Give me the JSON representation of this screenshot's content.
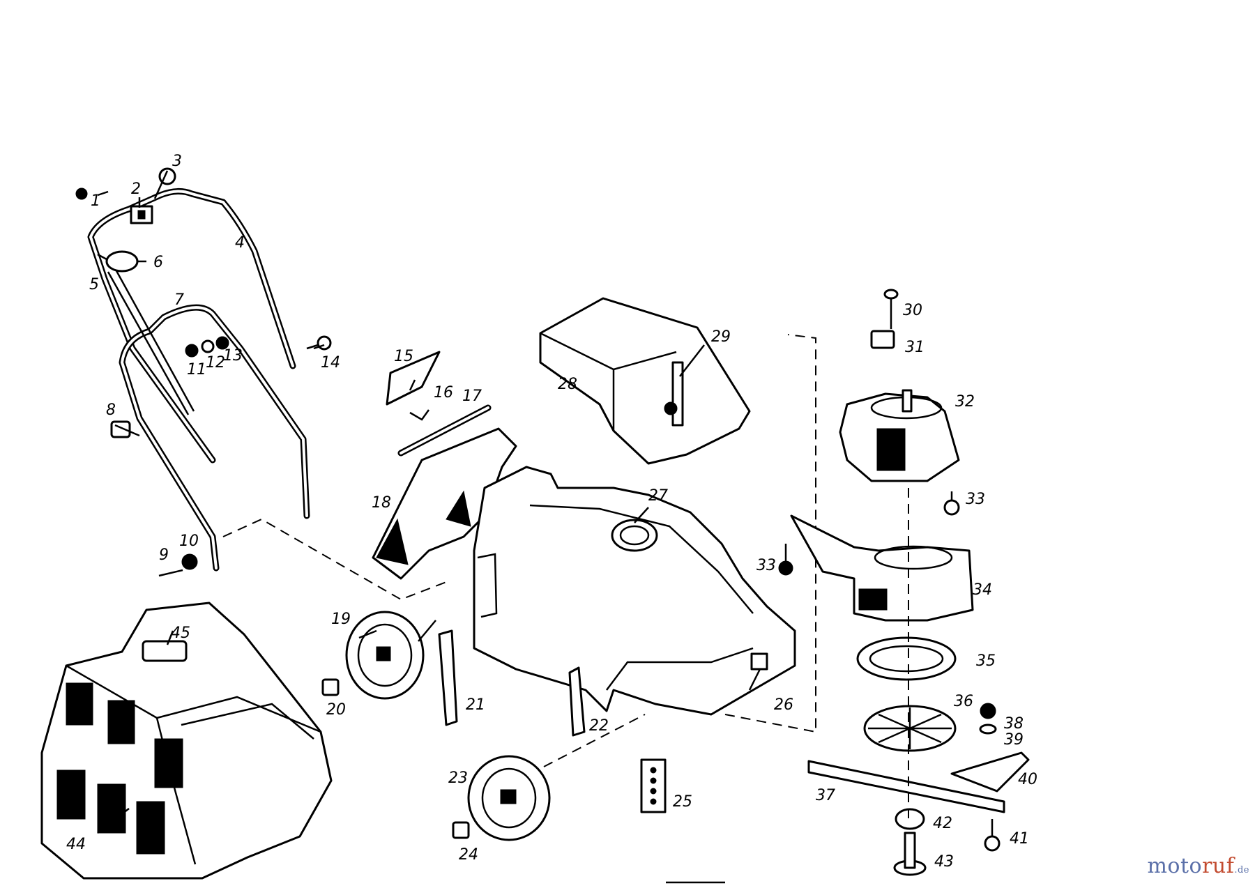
{
  "diagram": {
    "callouts": [
      "1",
      "2",
      "3",
      "4",
      "5",
      "6",
      "7",
      "8",
      "9",
      "10",
      "11",
      "12",
      "13",
      "14",
      "15",
      "16",
      "17",
      "18",
      "19",
      "20",
      "21",
      "22",
      "23",
      "24",
      "25",
      "26",
      "27",
      "28",
      "29",
      "30",
      "31",
      "32",
      "33",
      "33",
      "34",
      "35",
      "36",
      "37",
      "38",
      "39",
      "40",
      "41",
      "42",
      "43",
      "44",
      "45"
    ]
  },
  "brand": {
    "part1": "moto",
    "part2": "ruf",
    "suffix": ".de"
  },
  "colors": {
    "line": "#000000",
    "background": "#ffffff",
    "brand_blue": "#5a6fa8",
    "brand_red": "#c24a2e"
  }
}
